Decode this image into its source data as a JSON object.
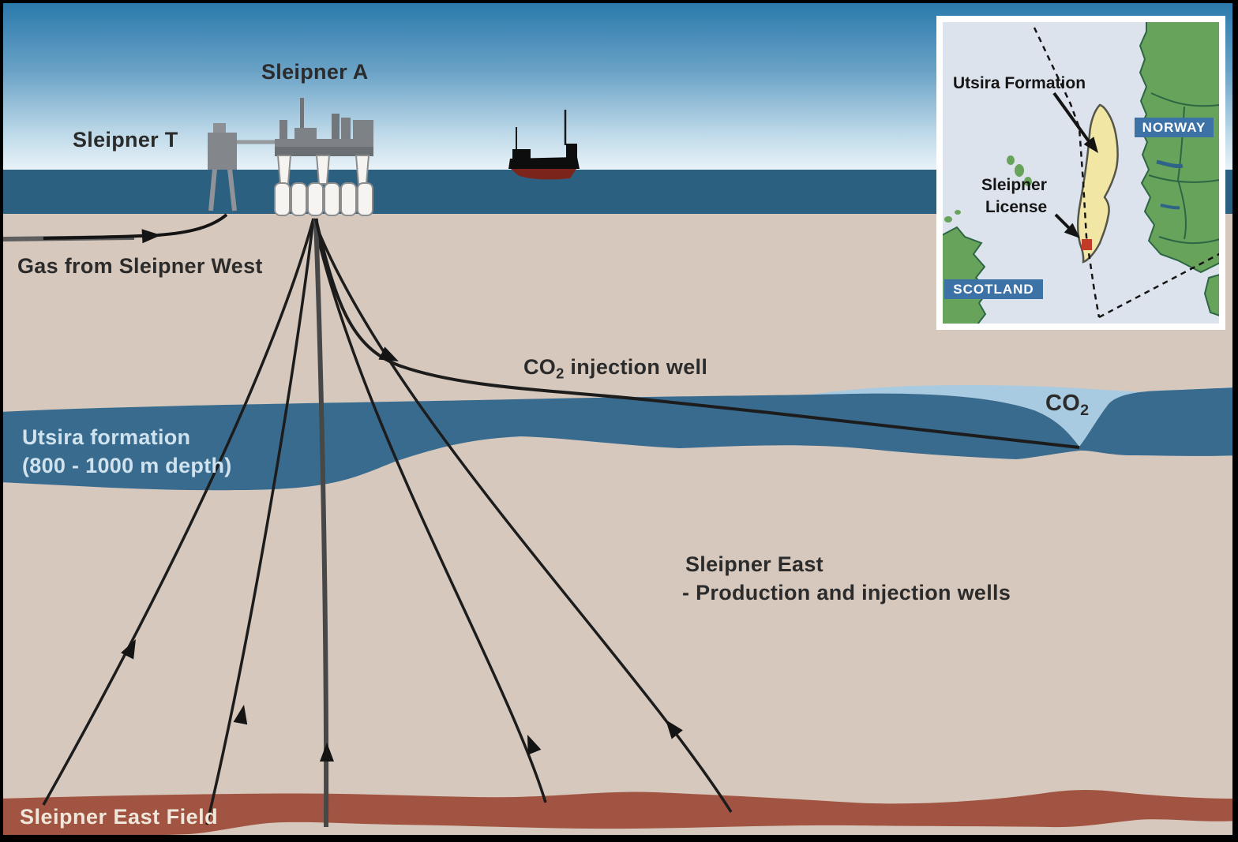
{
  "scene": {
    "labels": {
      "sleipner_a": "Sleipner A",
      "sleipner_t": "Sleipner T",
      "gas_from_west": "Gas from Sleipner West",
      "co2_injection": {
        "pre": "CO",
        "sub": "2",
        "post": " injection well"
      },
      "utsira_line1": "Utsira formation",
      "utsira_line2": "(800 - 1000 m depth)",
      "co2_plume": {
        "pre": "CO",
        "sub": "2"
      },
      "sleipner_east_title": "Sleipner East",
      "sleipner_east_sub": "- Production and injection wells",
      "east_field": "Sleipner East Field"
    },
    "colors": {
      "sky_top": "#2878ab",
      "sky_horizon": "#e9f2f8",
      "sea": "#2b6080",
      "seabed": "#d7c8bd",
      "utsira_layer": "#386b8e",
      "co2_plume": "#a9cbe1",
      "east_field": "#a15441",
      "well_line": "#1c1c1c",
      "heavy_well": "#474747",
      "platform_gray": "#75797e",
      "frame": "#000000"
    }
  },
  "inset_map": {
    "labels": {
      "utsira_formation": "Utsira Formation",
      "sleipner_license_line1": "Sleipner",
      "sleipner_license_line2": "License",
      "norway": "NORWAY",
      "scotland": "SCOTLAND"
    },
    "colors": {
      "sea": "#dce3ec",
      "land": "#67a35b",
      "land_border": "#2e6645",
      "formation_yellow": "#f1e6a3",
      "license_red": "#c23b28",
      "badge_blue": "#3c72a6"
    }
  }
}
